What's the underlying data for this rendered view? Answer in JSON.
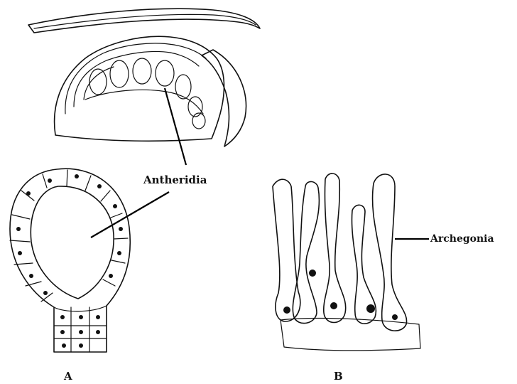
{
  "labels": {
    "antheridia": "Antheridia",
    "archegonia": "Archegonia",
    "panel_a": "A",
    "panel_b": "B"
  },
  "colors": {
    "ink": "#111111",
    "paper": "#ffffff"
  }
}
